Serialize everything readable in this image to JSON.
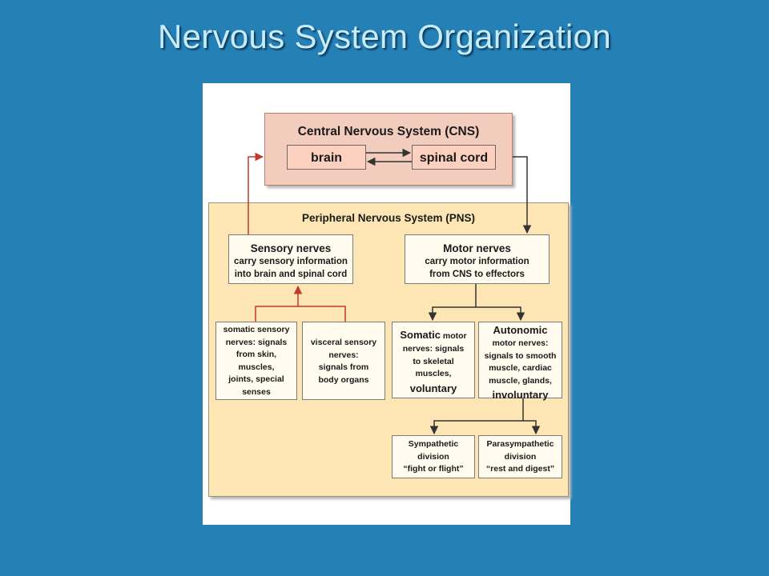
{
  "slide": {
    "title": "Nervous System Organization"
  },
  "diagram": {
    "cns": {
      "title": "Central Nervous System (CNS)",
      "brain": "brain",
      "spinal_cord": "spinal cord"
    },
    "pns": {
      "title": "Peripheral Nervous System (PNS)"
    },
    "sensory": {
      "title": "Sensory nerves",
      "line1": "carry sensory information",
      "line2": "into brain and spinal cord"
    },
    "motor": {
      "title": "Motor nerves",
      "line1": "carry motor information",
      "line2": "from CNS to effectors"
    },
    "somatic_sensory": {
      "line1": "somatic sensory",
      "line2": "nerves: signals",
      "line3": "from skin,",
      "line4": "muscles,",
      "line5": "joints, special",
      "line6": "senses"
    },
    "visceral_sensory": {
      "line1": "visceral sensory",
      "line2": "nerves:",
      "line3": "signals from",
      "line4": "body organs"
    },
    "somatic_motor": {
      "title": "Somatic",
      "title_suffix": " motor",
      "line2": "nerves: signals",
      "line3": "to skeletal",
      "line4": "muscles,",
      "line5": "voluntary"
    },
    "autonomic": {
      "title": "Autonomic",
      "line2": "motor nerves:",
      "line3": "signals to smooth",
      "line4": "muscle, cardiac",
      "line5": "muscle, glands,",
      "line6": "involuntary"
    },
    "sympathetic": {
      "line1": "Sympathetic",
      "line2": "division",
      "line3": "“fight or flight”"
    },
    "parasympathetic": {
      "line1": "Parasympathetic",
      "line2": "division",
      "line3": "“rest and digest”"
    },
    "colors": {
      "sensory_arrow": "#c0392b",
      "motor_arrow": "#333333"
    }
  }
}
